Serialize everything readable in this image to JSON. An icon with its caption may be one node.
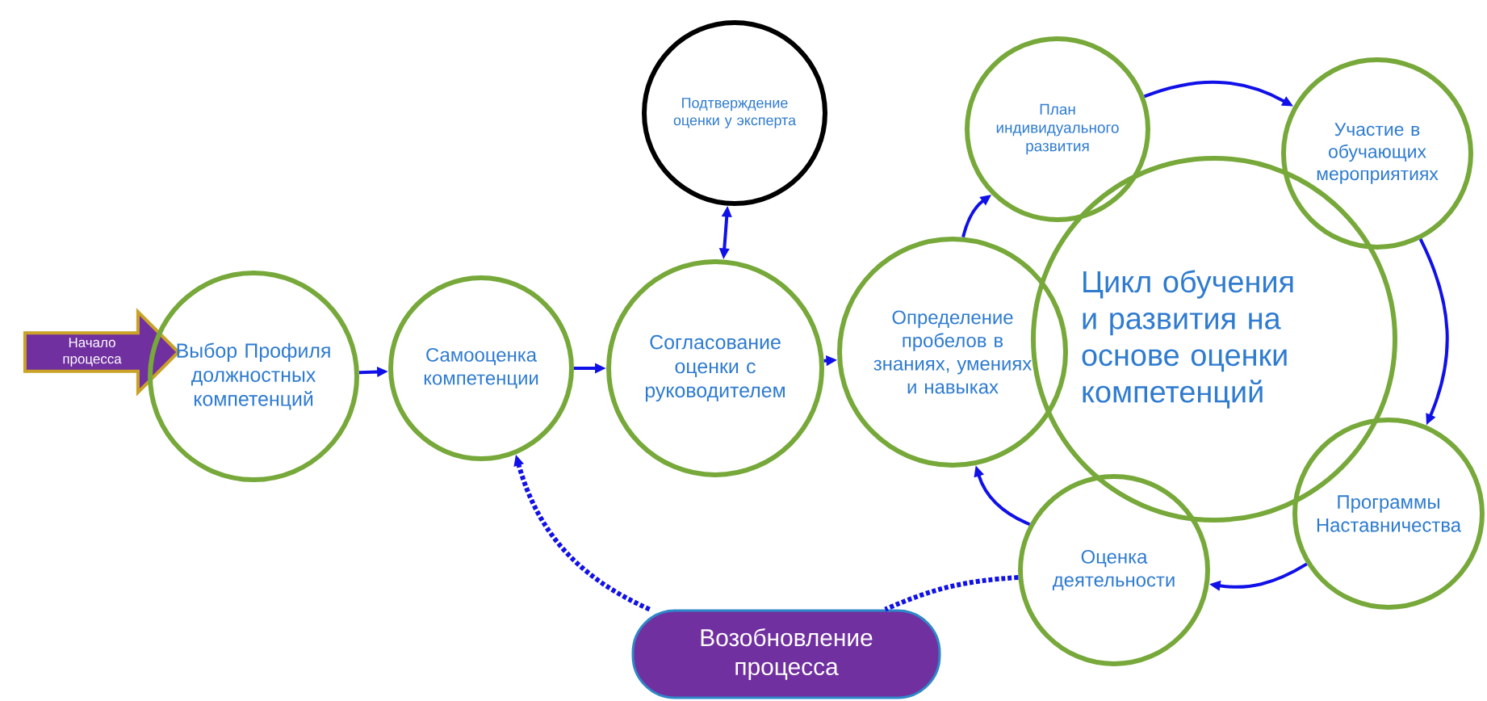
{
  "diagram": {
    "nodes": [
      {
        "text": [
          "Начало процесса"
        ]
      },
      {
        "text": [
          "Выбор Профиля должностных компетенций"
        ]
      },
      {
        "text": [
          "Самооценка компетенции"
        ]
      },
      {
        "text": [
          "Подтверждение оценки у эксперта"
        ]
      },
      {
        "text": [
          "Согласование оценки с руководителем"
        ]
      },
      {
        "text": [
          "Определение пробелов в знаниях, умениях и навыках"
        ]
      },
      {
        "text": [
          "Цикл обучения и развития на основе оценки компетенций"
        ]
      },
      {
        "text": [
          "План индивидуального развития"
        ]
      },
      {
        "text": [
          "Участие в обучающих мероприятиях"
        ]
      },
      {
        "text": [
          "Программы Наставничества"
        ]
      },
      {
        "text": [
          "Оценка деятельности"
        ]
      },
      {
        "text": [
          "Возобновление процесса"
        ]
      }
    ],
    "edges": [
      {
        "from": 1,
        "to": 2,
        "arrow": "to"
      },
      {
        "from": 2,
        "to": 4,
        "arrow": "to"
      },
      {
        "from": 3,
        "to": 4,
        "arrow": "both"
      },
      {
        "from": 4,
        "to": 5,
        "arrow": "to"
      },
      {
        "from": 5,
        "to": 7,
        "arrow": "to"
      },
      {
        "from": 7,
        "to": 8,
        "arrow": "to"
      },
      {
        "from": 8,
        "to": 9,
        "arrow": "to"
      },
      {
        "from": 9,
        "to": 10,
        "arrow": "to"
      },
      {
        "from": 10,
        "to": 5,
        "arrow": "to"
      },
      {
        "from": 10,
        "to": 11,
        "arrow": "none",
        "style": "dashed"
      },
      {
        "from": 11,
        "to": 2,
        "arrow": "to",
        "style": "dashed"
      }
    ]
  }
}
